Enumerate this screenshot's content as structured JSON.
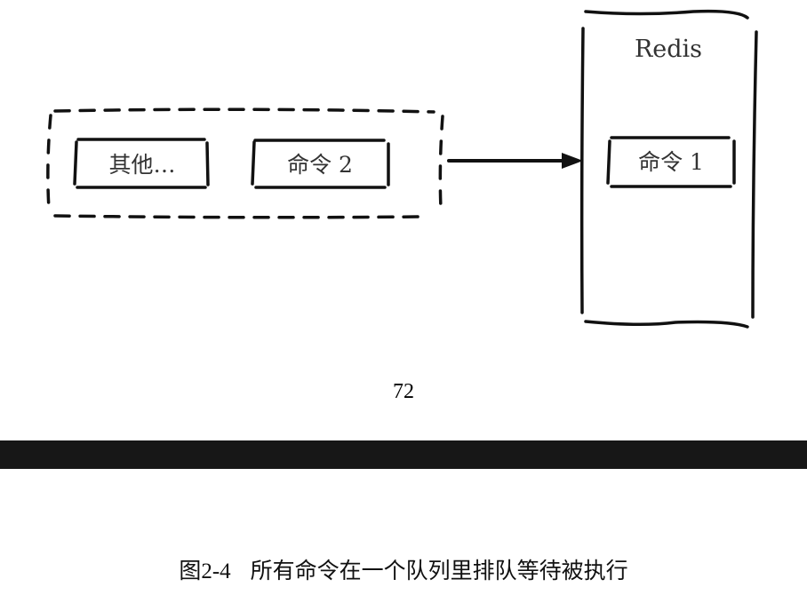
{
  "diagram": {
    "queue_group": {
      "items": [
        {
          "label": "其他…"
        },
        {
          "label": "命令 2"
        }
      ]
    },
    "server": {
      "title": "Redis",
      "executing": {
        "label": "命令 1"
      }
    },
    "arrow": {
      "direction": "right",
      "from": "queue_group",
      "to": "server"
    },
    "stroke_color": "#111111",
    "text_color": "#333333"
  },
  "page": {
    "number": "72",
    "band_color": "#171717"
  },
  "caption": {
    "figure_id": "图2-4",
    "text": "所有命令在一个队列里排队等待被执行"
  }
}
